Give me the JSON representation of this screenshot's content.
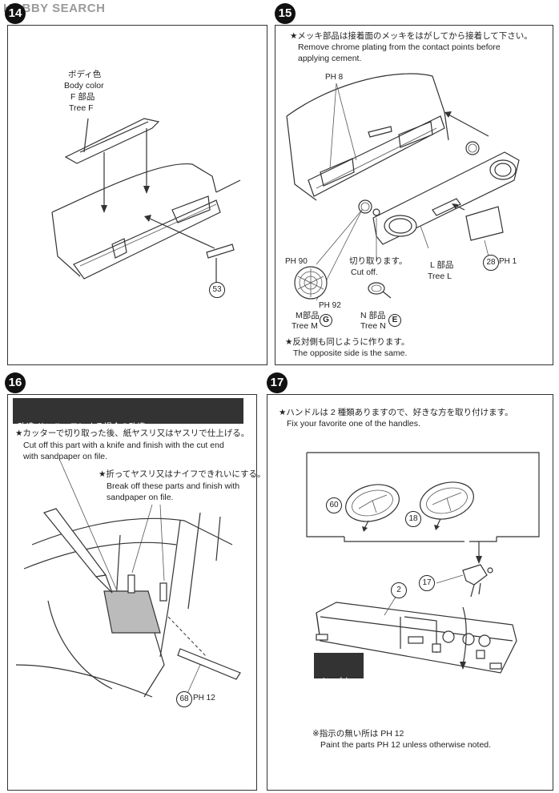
{
  "watermark": "HOBBY SEARCH",
  "steps": {
    "s14": {
      "number": "14",
      "part_label_jp": "ボディ色",
      "part_label_en": "Body color",
      "tree_jp": "F 部品",
      "tree_en": "Tree F",
      "part_53": "53"
    },
    "s15": {
      "number": "15",
      "note_jp": "★メッキ部品は接着面のメッキをはがしてから接着して下さい。",
      "note_en1": "Remove chrome plating from the contact points before",
      "note_en2": "applying cement.",
      "paint_8": "PH 8",
      "paint_90": "PH 90",
      "paint_92": "PH 92",
      "cutoff_jp": "切り取ります。",
      "cutoff_en": "Cut off.",
      "tree_l_jp": "L 部品",
      "tree_l_en": "Tree L",
      "part_28": "28",
      "paint_1": "PH 1",
      "tree_m_jp": "M部品",
      "tree_m_en": "Tree M",
      "tree_m_badge": "G",
      "tree_n_jp": "N 部品",
      "tree_n_en": "Tree N",
      "tree_n_badge": "E",
      "opposite_jp": "★反対側も同じように作ります。",
      "opposite_en": "The opposite side is the same."
    },
    "s16": {
      "number": "16",
      "banner_jp": "改造:サンルーフにする場合の改造",
      "banner_en": "To open the sunroof.",
      "note1_jp": "★カッターで切り取った後、紙ヤスリ又はヤスリで仕上げる。",
      "note1_en1": "Cut off this part with a knife and finish with the cut end",
      "note1_en2": "with sandpaper on file.",
      "note2_jp": "★折ってヤスリ又はナイフできれいにする。",
      "note2_en1": "Break off these parts and finish with",
      "note2_en2": "sandpaper on file.",
      "part_68": "68",
      "paint_12": "PH 12"
    },
    "s17": {
      "number": "17",
      "note_jp": "★ハンドルは 2 種類ありますので、好きな方を取り付けます。",
      "note_en": "Fix your favorite one of the handles.",
      "part_60": "60",
      "part_18": "18",
      "part_17": "17",
      "part_2": "2",
      "inner_jp": "インパネ",
      "inner_en": "Inner panel",
      "footer_jp": "※指示の無い所は PH 12",
      "footer_en": "Paint the parts PH 12 unless otherwise noted."
    }
  }
}
